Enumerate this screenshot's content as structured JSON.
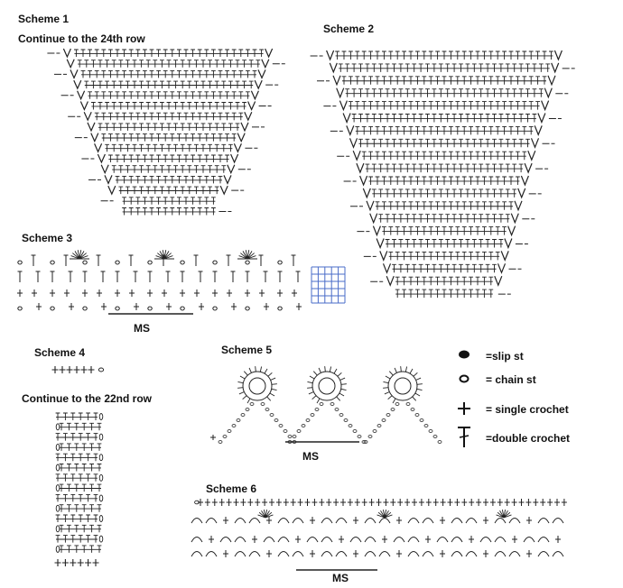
{
  "schemes": {
    "s1": {
      "title": "Scheme 1",
      "note": "Continue to the 24th row"
    },
    "s2": {
      "title": "Scheme 2"
    },
    "s3": {
      "title": "Scheme 3",
      "ms": "MS"
    },
    "s4": {
      "title": "Scheme 4",
      "note": "Continue to the 22nd row"
    },
    "s5": {
      "title": "Scheme 5",
      "ms": "MS"
    },
    "s6": {
      "title": "Scheme 6",
      "ms": "MS"
    }
  },
  "legend": {
    "slip": "=slip st",
    "chain": "= chain st",
    "single": "= single crochet",
    "double": "=double crochet"
  },
  "scheme1_rows": [
    28,
    27,
    26,
    25,
    24,
    23,
    22,
    21,
    20,
    19,
    18,
    17,
    16,
    15,
    14,
    14
  ],
  "scheme2_rows": [
    33,
    32,
    31,
    30,
    29,
    28,
    27,
    26,
    25,
    24,
    23,
    22,
    21,
    20,
    19,
    18,
    17,
    16,
    15,
    15
  ],
  "scheme4_rows": [
    6,
    6,
    6,
    6,
    6,
    6,
    6,
    6,
    6,
    6,
    6,
    6,
    6,
    6
  ]
}
